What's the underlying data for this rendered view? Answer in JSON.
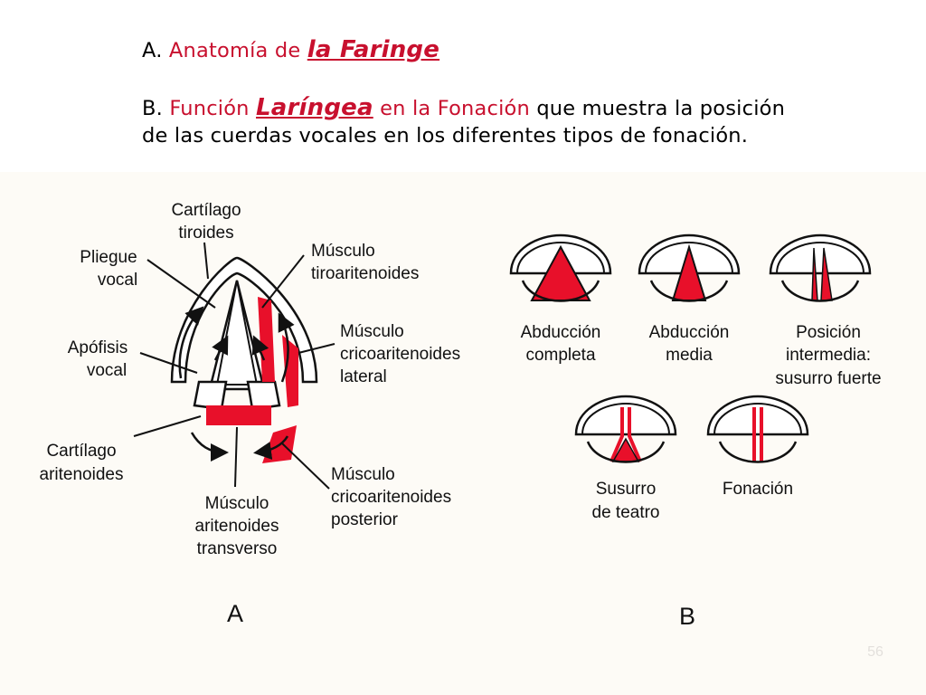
{
  "title_a": {
    "letter": "A.",
    "text": "Anatomía de",
    "emph": "la Faringe"
  },
  "title_b": {
    "letter": "B.",
    "w1": "Función",
    "emph": "Laríngea",
    "w2": "en la Fonación",
    "rest": "que muestra la posición",
    "line2": "de las cuerdas vocales en los diferentes tipos de fonación."
  },
  "diagram_a": {
    "caption": "A",
    "labels": {
      "cartilago_tiroides": [
        "Cartílago",
        "tiroides"
      ],
      "pliegue_vocal": [
        "Pliegue",
        "vocal"
      ],
      "apofisis_vocal": [
        "Apófisis",
        "vocal"
      ],
      "cartilago_aritenoides": [
        "Cartílago",
        "aritenoides"
      ],
      "musculo_aritenoides": [
        "Músculo",
        "aritenoides",
        "transverso"
      ],
      "musculo_tiroaritenoides": [
        "Músculo",
        "tiroaritenoides"
      ],
      "musculo_cricoaritenoides_lateral": [
        "Músculo",
        "cricoaritenoides",
        "lateral"
      ],
      "musculo_cricoaritenoides_posterior": [
        "Músculo",
        "cricoaritenoides",
        "posterior"
      ]
    }
  },
  "diagram_b": {
    "caption": "B",
    "positions": {
      "abduccion_completa": [
        "Abducción",
        "completa"
      ],
      "abduccion_media": [
        "Abducción",
        "media"
      ],
      "posicion_intermedia": [
        "Posición",
        "intermedia:",
        "susurro fuerte"
      ],
      "susurro_teatro": [
        "Susurro",
        "de teatro"
      ],
      "fonacion": [
        "Fonación"
      ]
    }
  },
  "page_number": "56",
  "colors": {
    "accent_red": "#c8102e",
    "muscle_red": "#e8102a",
    "background": "#fdfbf6"
  }
}
